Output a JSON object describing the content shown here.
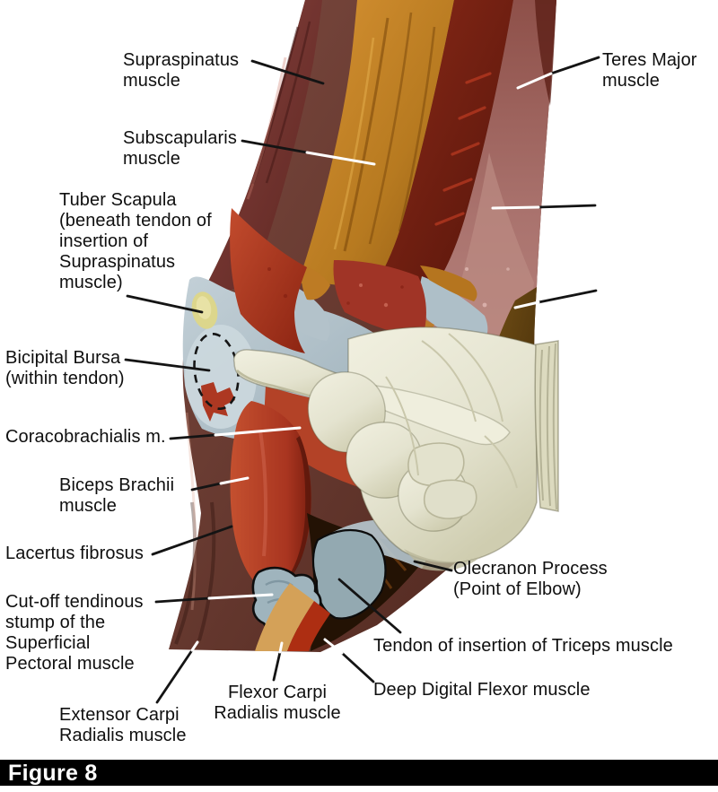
{
  "figure": {
    "caption": "Figure 8"
  },
  "labels": {
    "supraspinatus": "Supraspinatus\nmuscle",
    "subscapularis": "Subscapularis\nmuscle",
    "teres_major": "Teres Major\nmuscle",
    "tuber_scapula": "Tuber Scapula\n(beneath tendon of\ninsertion of\nSupraspinatus\nmuscle)",
    "bicipital_bursa": "Bicipital Bursa\n(within tendon)",
    "coracobrachialis": "Coracobrachialis m.",
    "biceps_brachii": "Biceps Brachii\nmuscle",
    "lacertus_fibrosus": "Lacertus fibrosus",
    "cutoff_stump": "Cut-off tendinous\nstump of the\nSuperficial\nPectoral muscle",
    "extensor_carpi": "Extensor Carpi\nRadialis muscle",
    "flexor_carpi": "Flexor Carpi\nRadialis muscle",
    "olecranon": "Olecranon Process\n(Point of Elbow)",
    "tendon_triceps": "Tendon of insertion of Triceps muscle",
    "deep_digital": "Deep Digital Flexor muscle"
  },
  "colors": {
    "caption_bar_bg": "#000000",
    "caption_text": "#ffffff",
    "label_text": "#0f0f0f",
    "leader_dark": "#141414",
    "leader_light": "#ffffff",
    "muscle_maroon": "#7e3a34",
    "muscle_orange": "#c68428",
    "muscle_dark_red": "#701d10",
    "muscle_mauve": "#a97270",
    "muscle_brown": "#5f3d12",
    "fascia_gray": "#b7c5cd",
    "tuber_yellow": "#ddd78d",
    "bright_red": "#b23b22",
    "glove": "#e8e7d4"
  }
}
